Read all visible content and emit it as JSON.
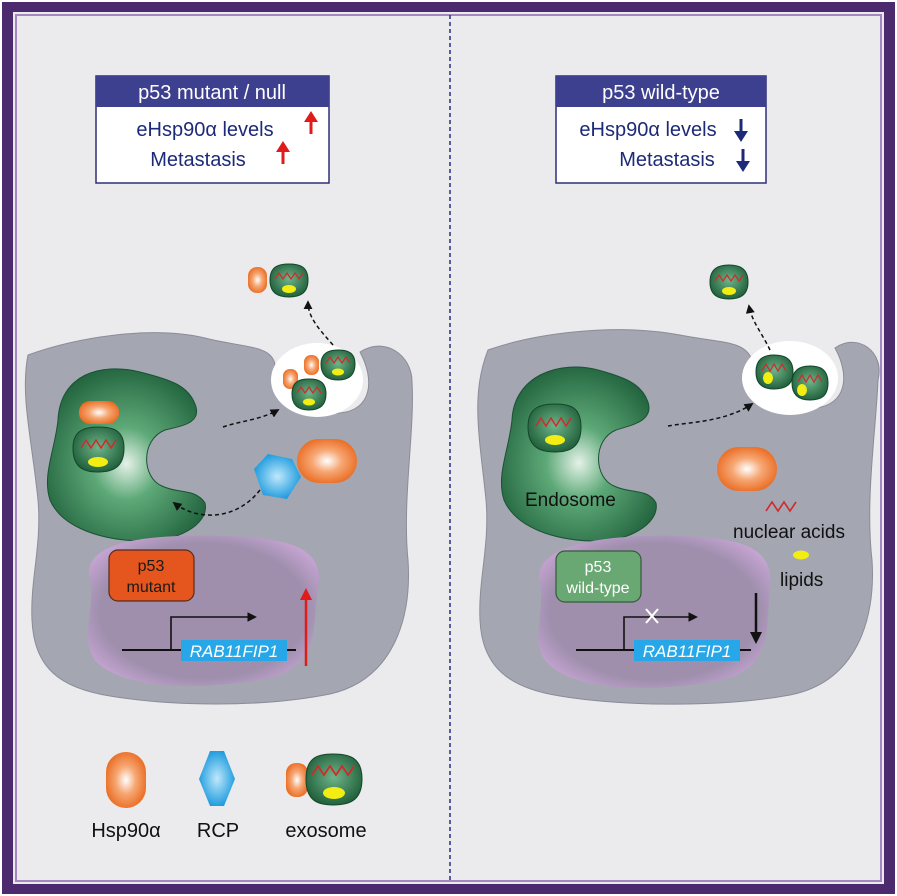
{
  "colors": {
    "frame": "#4b2a6e",
    "background": "#ebeaec",
    "header": "#3d3f8f",
    "navy_text": "#1d2a78",
    "red_arrow": "#e01b1b",
    "cell": "#a4a6b2",
    "endosome": "#1e5f3a",
    "nucleus": "#9f8fad",
    "hsp90": "#f07b33",
    "rcp": "#1fa2e6",
    "lipid": "#f2ee13",
    "gene_box": "#27a7e8",
    "p53_mutant": "#e4561d",
    "p53_wildtype": "#6aa873"
  },
  "left_panel": {
    "header": "p53 mutant / null",
    "line1": "eHsp90α levels",
    "line2": "Metastasis",
    "trend": "up",
    "p53_line1": "p53",
    "p53_line2": "mutant",
    "gene": "RAB11FIP1"
  },
  "right_panel": {
    "header": "p53 wild-type",
    "line1": "eHsp90α levels",
    "line2": "Metastasis",
    "trend": "down",
    "endosome_label": "Endosome",
    "nucleic_label": "nuclear acids",
    "lipids_label": "lipids",
    "p53_line1": "p53",
    "p53_line2": "wild-type",
    "gene": "RAB11FIP1"
  },
  "legend": {
    "hsp90": "Hsp90α",
    "rcp": "RCP",
    "exosome": "exosome"
  },
  "icons": {
    "up_arrow": "red-up-arrow-icon",
    "down_arrow": "navy-down-arrow-icon",
    "block": "x-mark-icon"
  }
}
